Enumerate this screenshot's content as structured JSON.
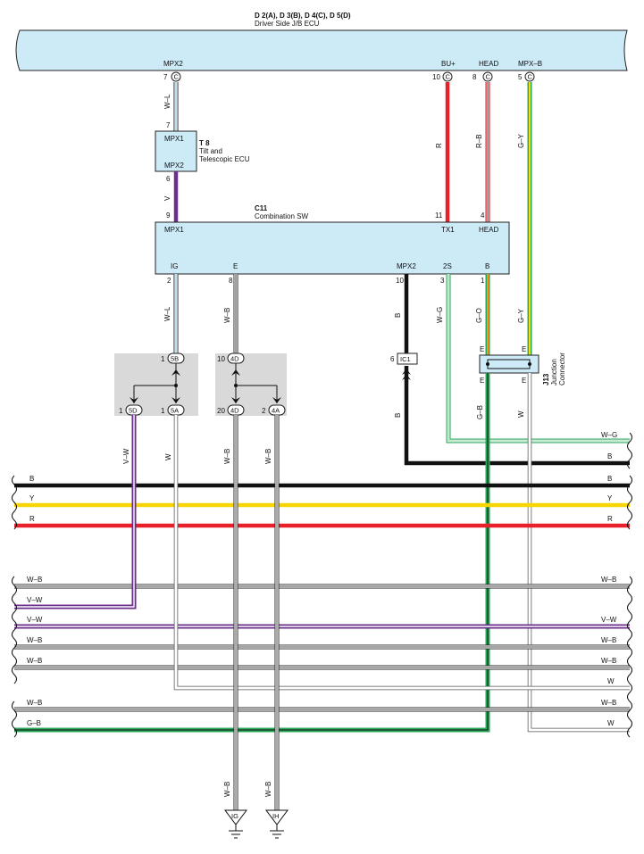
{
  "header": {
    "title": "D 2(A), D 3(B), D 4(C), D 5(D)",
    "subtitle": "Driver Side J/B ECU"
  },
  "jb_pins": [
    {
      "num": "7",
      "conn": "C",
      "name": "MPX2"
    },
    {
      "num": "10",
      "conn": "C",
      "name": "BU+"
    },
    {
      "num": "8",
      "conn": "C",
      "name": "HEAD"
    },
    {
      "num": "5",
      "conn": "C",
      "name": "MPX–B"
    }
  ],
  "t8": {
    "id": "T 8",
    "name_line1": "Tilt and",
    "name_line2": "Telescopic ECU",
    "pin_top_label": "MPX1",
    "pin_bottom_label": "MPX2",
    "pin_top_num": "7",
    "pin_bottom_num": "6"
  },
  "c11": {
    "id": "C11",
    "name": "Combination SW",
    "top_pins": [
      {
        "num": "9",
        "label": "MPX1"
      },
      {
        "num": "11",
        "label": "TX1"
      },
      {
        "num": "4",
        "label": "HEAD"
      }
    ],
    "bottom_pins": [
      {
        "num": "2",
        "label": "IG"
      },
      {
        "num": "8",
        "label": "E"
      },
      {
        "num": "10",
        "label": "MPX2"
      },
      {
        "num": "3",
        "label": "2S"
      },
      {
        "num": "1",
        "label": "B"
      }
    ]
  },
  "j13": {
    "id": "J13",
    "name_line1": "Junction",
    "name_line2": "Connector",
    "pin_label": "E"
  },
  "connectors": [
    {
      "num": "1",
      "code": "5B"
    },
    {
      "num": "1",
      "code": "5D"
    },
    {
      "num": "1",
      "code": "5A"
    },
    {
      "num": "10",
      "code": "4D"
    },
    {
      "num": "20",
      "code": "4D"
    },
    {
      "num": "2",
      "code": "4A"
    },
    {
      "num": "6",
      "code": "IC1"
    }
  ],
  "wire_colors": {
    "W-L": "W–L",
    "V": "V",
    "R": "R",
    "R-B": "R–B",
    "G-Y": "G–Y",
    "W-B": "W–B",
    "B": "B",
    "W-G": "W–G",
    "G-O": "G–O",
    "V-W": "V–W",
    "W": "W",
    "G-B": "G–B",
    "Y": "Y"
  },
  "bus_left_labels": [
    "B",
    "Y",
    "R",
    "W–B",
    "V–W",
    "V–W",
    "W–B",
    "W–B",
    "W–B",
    "G–B"
  ],
  "bus_right_labels": [
    "W–G",
    "B",
    "B",
    "Y",
    "R",
    "W–B",
    "V–W",
    "W–B",
    "W–B",
    "W",
    "W–B",
    "W"
  ],
  "grounds": [
    "IG",
    "IH"
  ],
  "colors": {
    "ecu_fill": "#cdeaf7",
    "splice_fill": "#d9d9d9",
    "black": "#111111",
    "yellow": "#f7d500",
    "red": "#e8202a",
    "violet": "#6a2f8c",
    "green": "#2aa85a",
    "lightblue": "#8fcde8",
    "lime": "#7dc242",
    "orange": "#f39a1e"
  }
}
